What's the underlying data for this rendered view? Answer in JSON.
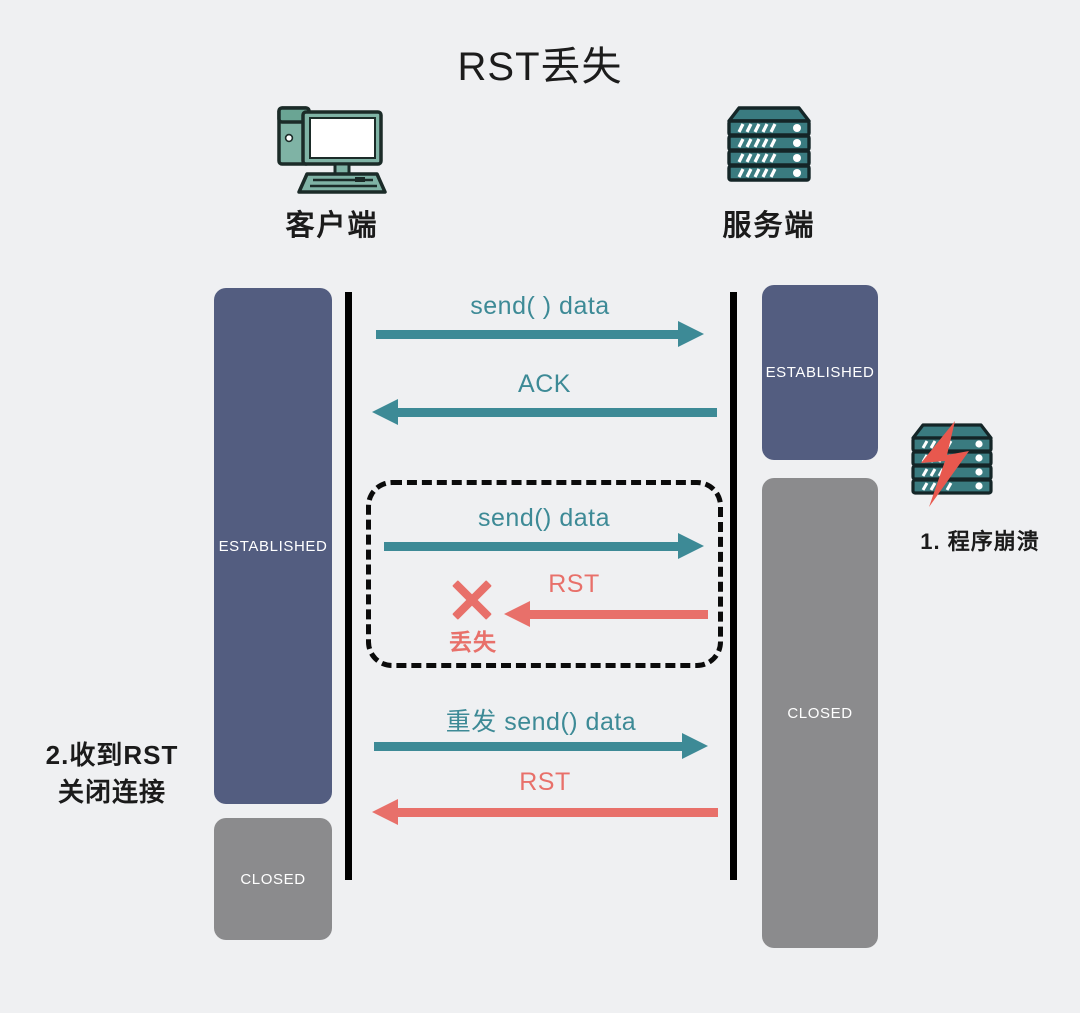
{
  "page": {
    "title": "RST丢失",
    "background": "#eff0f2"
  },
  "colors": {
    "teal": "#3d8a96",
    "red": "#e8706a",
    "established": "#535d80",
    "closed": "#8b8b8d",
    "lifeline": "#000000",
    "text": "#1b1b1b"
  },
  "actors": {
    "client": {
      "label": "客户端",
      "icon": "desktop-computer-icon"
    },
    "server": {
      "label": "服务端",
      "icon": "server-rack-icon"
    },
    "crash": {
      "label": "1. 程序崩溃",
      "icon": "server-crash-icon"
    }
  },
  "states": {
    "client_established": "ESTABLISHED",
    "client_closed": "CLOSED",
    "server_established": "ESTABLISHED",
    "server_closed": "CLOSED"
  },
  "notes": {
    "client_note_line1": "2.收到RST",
    "client_note_line2": "关闭连接"
  },
  "messages": [
    {
      "id": "send-data-1",
      "label": "send( ) data",
      "direction": "right",
      "color": "teal"
    },
    {
      "id": "ack",
      "label": "ACK",
      "direction": "left",
      "color": "teal"
    },
    {
      "id": "send-data-2",
      "label": "send() data",
      "direction": "right",
      "color": "teal"
    },
    {
      "id": "rst-lost",
      "label": "RST",
      "direction": "left",
      "color": "red"
    },
    {
      "id": "resend-data",
      "label": "重发 send() data",
      "direction": "right",
      "color": "teal"
    },
    {
      "id": "rst-final",
      "label": "RST",
      "direction": "left",
      "color": "red"
    }
  ],
  "loss_group": {
    "x_mark": "loss-x-icon",
    "caption": "丢失"
  }
}
